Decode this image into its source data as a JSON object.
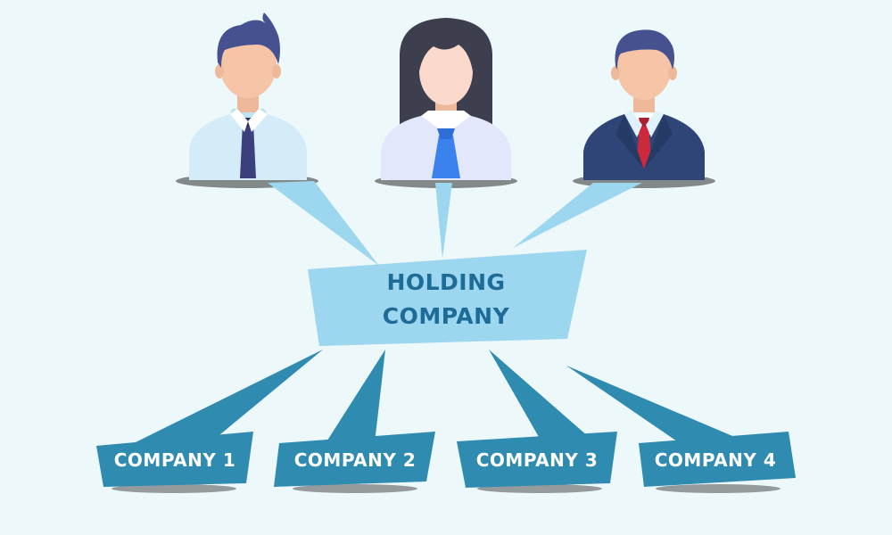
{
  "holding": {
    "line1": "HOLDING",
    "line2": "COMPANY",
    "fill": "#9dd6ef",
    "text_color": "#1d6b97"
  },
  "companies": [
    {
      "label": "COMPANY 1"
    },
    {
      "label": "COMPANY 2"
    },
    {
      "label": "COMPANY 3"
    },
    {
      "label": "COMPANY 4"
    }
  ],
  "colors": {
    "background": "#edf8fb",
    "company_fill": "#2f8bb0",
    "connector_light": "#9dd6ef",
    "connector_dark": "#2f8bb0"
  },
  "owners": [
    {
      "icon": "businessman-light-shirt-icon"
    },
    {
      "icon": "businesswoman-icon"
    },
    {
      "icon": "businessman-suit-icon"
    }
  ]
}
